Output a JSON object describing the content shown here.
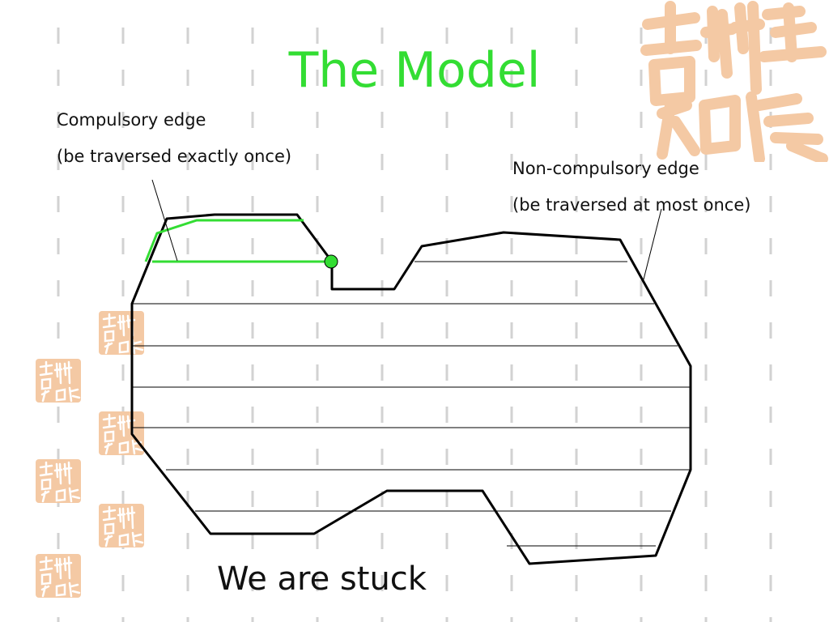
{
  "slide": {
    "title": "The Model",
    "caption": "We are stuck",
    "title_color": "#33dd33"
  },
  "annotations": {
    "compulsory": {
      "line1": "Compulsory edge",
      "line2": "(be traversed exactly once)"
    },
    "non_compulsory": {
      "line1": "Non-compulsory edge",
      "line2": "(be traversed at most once)"
    }
  },
  "colors": {
    "compulsory_edge": "#33dd33",
    "region_outline": "#000000",
    "sweep_line": "#000000",
    "seal": "#f4c9a4",
    "background_dash": "#d2d2d2"
  },
  "icons": {
    "seal": "chinese-seal-stamp",
    "stuck_marker": "current-position-dot"
  }
}
